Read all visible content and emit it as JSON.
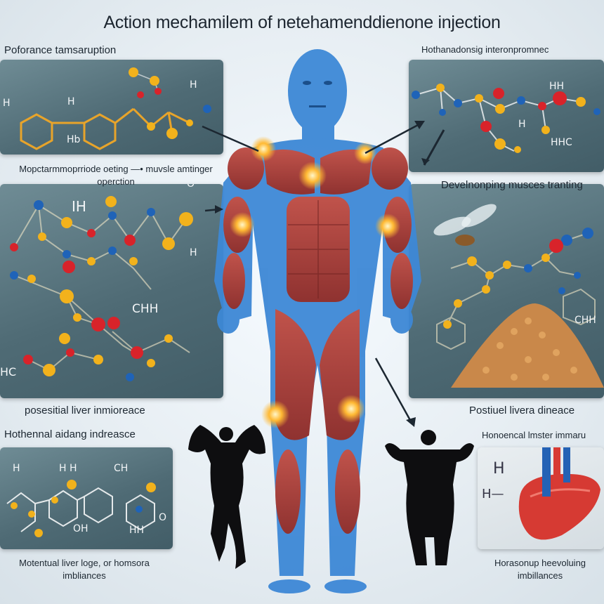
{
  "title": "Action mechamilem of netehamenddienone   injection",
  "sections": {
    "top_left": {
      "heading": "Poforance tamsaruption",
      "caption": "Mopctarmmoprriode oeting —• muvsle amtinger operction"
    },
    "top_right": {
      "heading": "Hothanadonsig interonpromnec",
      "caption": "Develnonping musces tranting"
    },
    "mid_left": {
      "caption": "posesitial  liver inmioreace"
    },
    "mid_right": {
      "caption": "Postiuel livera dineace"
    },
    "bottom_left": {
      "heading": "Hothennal aidang indreasce",
      "caption": "Motentual liver loge, or homsora imbliances"
    },
    "bottom_right": {
      "heading": "Honoencal lmster immaru",
      "caption": "Horasonup heevoluing imbillances"
    }
  },
  "molecule_labels": {
    "tl_h": "H",
    "tl_hl": "H",
    "tl_hn": "H",
    "tl_hhb": "Hb",
    "tr_hh": "HH",
    "tr_h": "H",
    "tr_hhc": "HHC",
    "ml_ih": "IH",
    "ml_o": "O",
    "ml_hb": "H",
    "ml_chh": "CHH",
    "ml_hc": "HC",
    "mr_chh": "CHH",
    "bl_h1": "H",
    "bl_h2": "H  H",
    "bl_ch": "CH",
    "bl_oh": "OH",
    "bl_hh": "HH",
    "bl_o": "O",
    "br_h": "H",
    "br_hdash": "H—"
  },
  "colors": {
    "panel": "#55727c",
    "bond_gold": "#e8a42a",
    "atom_gold": "#f2b21c",
    "atom_red": "#d8232a",
    "atom_blue": "#1f63b8",
    "muscle": "#b2443c",
    "skin_blue": "#3d88d6",
    "glow": "#ffb933"
  }
}
